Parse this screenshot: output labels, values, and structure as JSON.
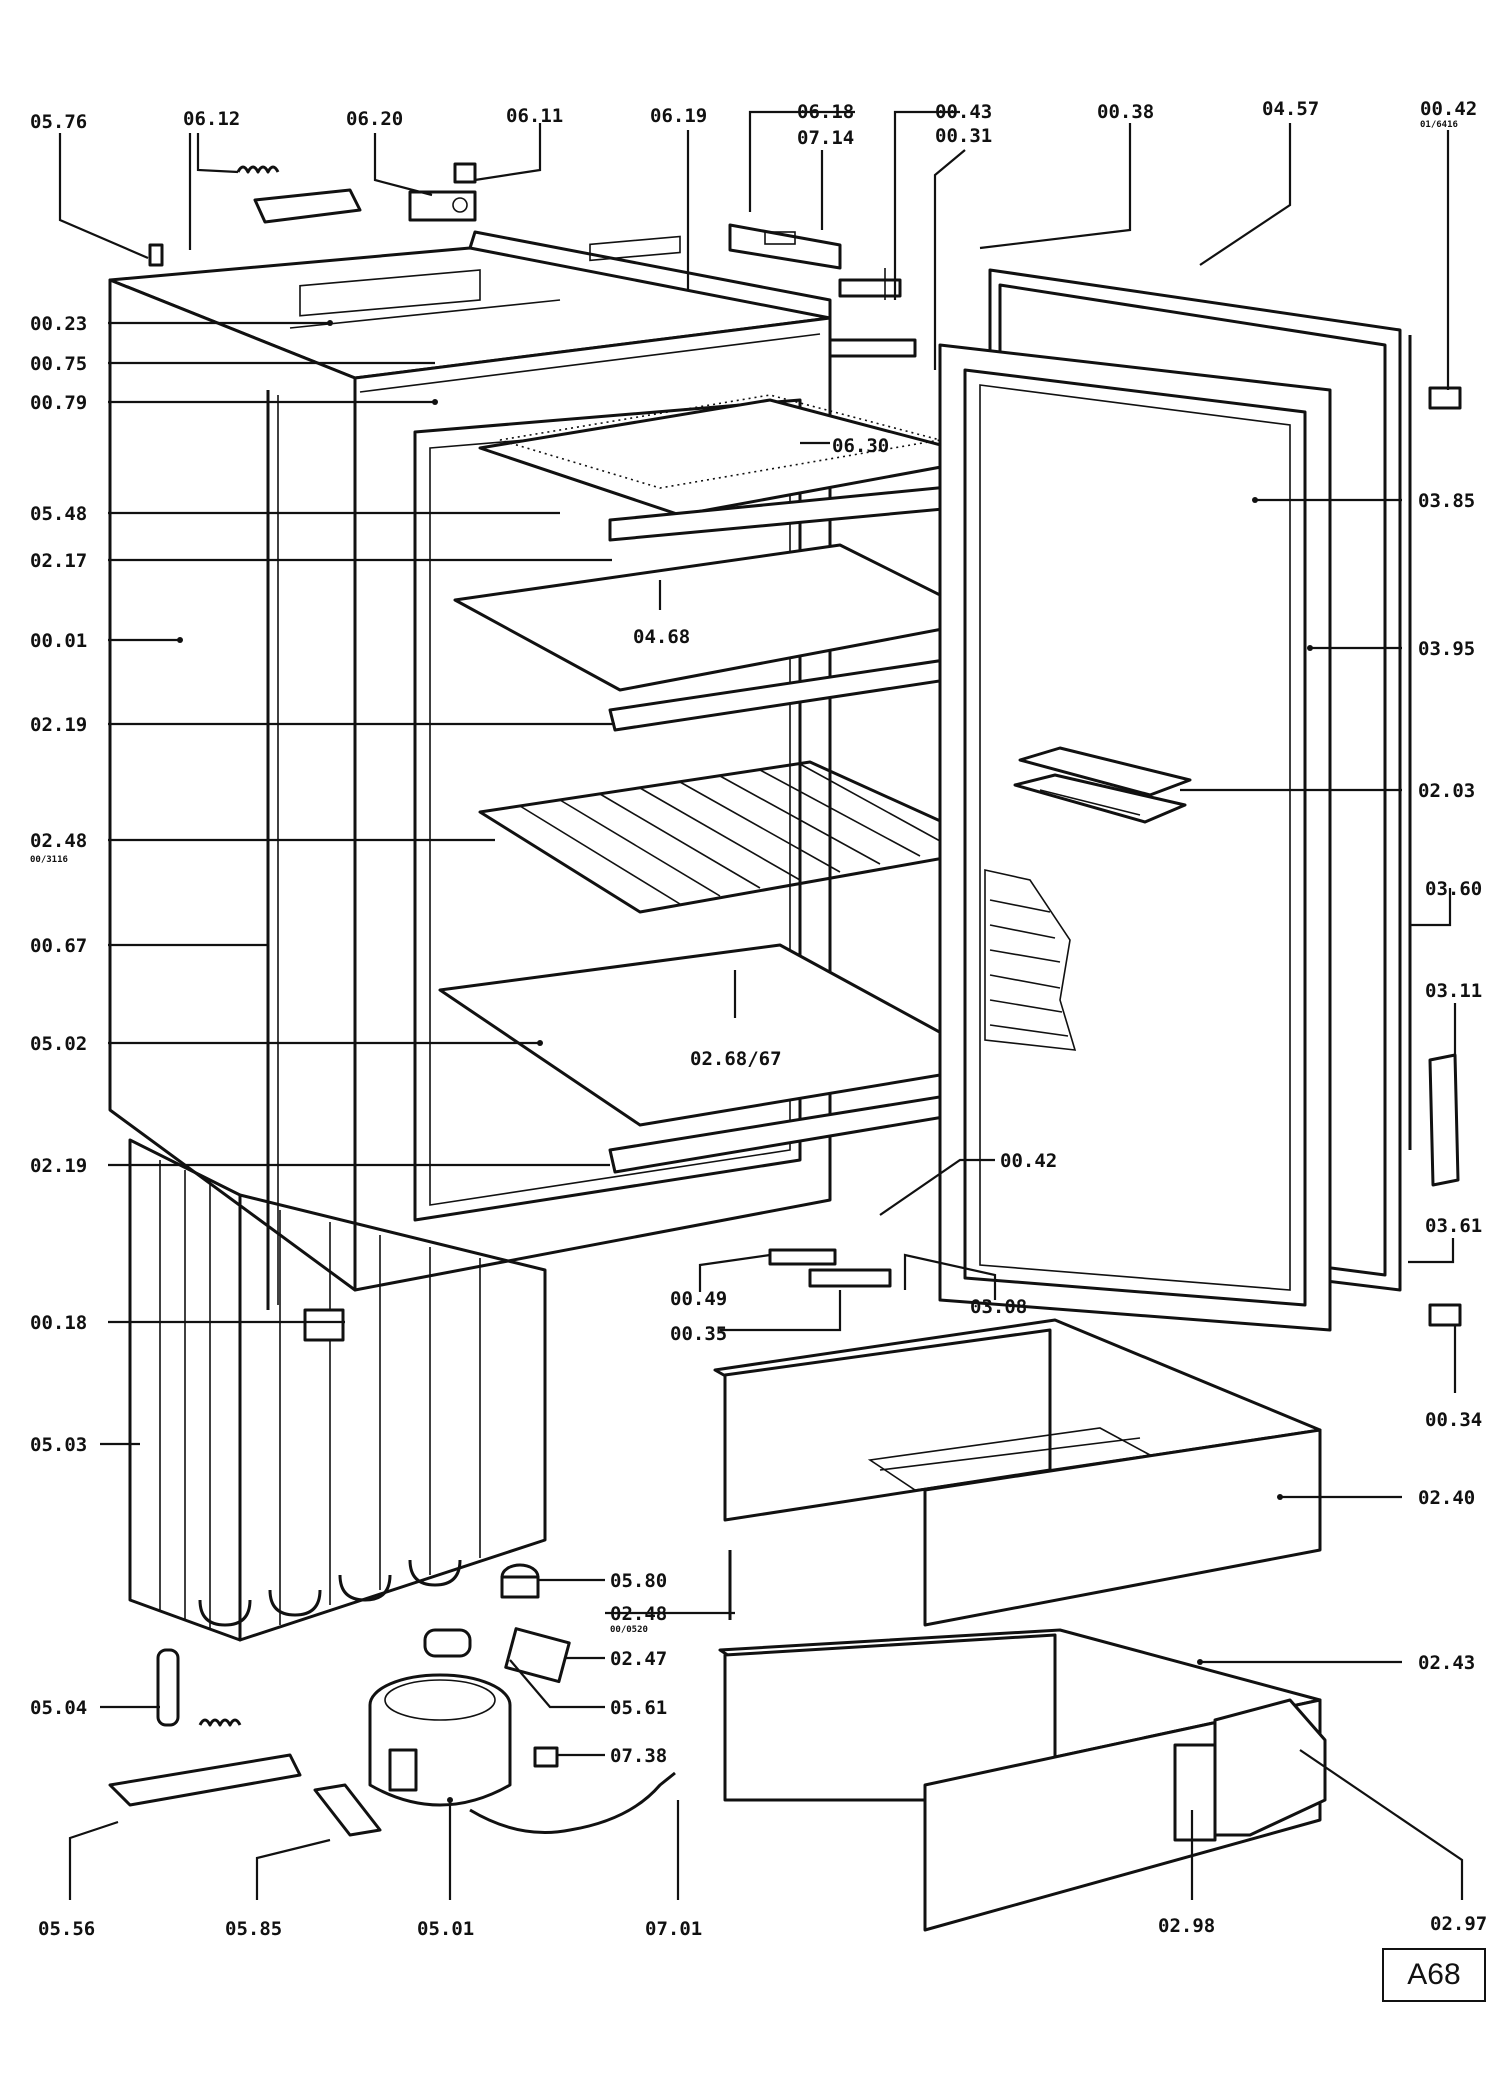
{
  "labels": [
    {
      "id": "l0576",
      "text": "05.76"
    },
    {
      "id": "l0612",
      "text": "06.12"
    },
    {
      "id": "l0620",
      "text": "06.20"
    },
    {
      "id": "l0611",
      "text": "06.11"
    },
    {
      "id": "l0619",
      "text": "06.19"
    },
    {
      "id": "l0618",
      "text": "06.18"
    },
    {
      "id": "l0714",
      "text": "07.14"
    },
    {
      "id": "l0043",
      "text": "00.43"
    },
    {
      "id": "l0031",
      "text": "00.31"
    },
    {
      "id": "l0038",
      "text": "00.38"
    },
    {
      "id": "l0457",
      "text": "04.57"
    },
    {
      "id": "l0042t",
      "text": "00.42"
    },
    {
      "id": "l0023",
      "text": "00.23"
    },
    {
      "id": "l0075",
      "text": "00.75"
    },
    {
      "id": "l0079",
      "text": "00.79"
    },
    {
      "id": "l0630",
      "text": "06.30"
    },
    {
      "id": "l0548",
      "text": "05.48"
    },
    {
      "id": "l0217",
      "text": "02.17"
    },
    {
      "id": "l0385",
      "text": "03.85"
    },
    {
      "id": "l0001",
      "text": "00.01"
    },
    {
      "id": "l0468",
      "text": "04.68"
    },
    {
      "id": "l0395",
      "text": "03.95"
    },
    {
      "id": "l0219a",
      "text": "02.19"
    },
    {
      "id": "l0203",
      "text": "02.03"
    },
    {
      "id": "l0248a",
      "text": "02.48"
    },
    {
      "id": "l0360",
      "text": "03.60"
    },
    {
      "id": "l0067",
      "text": "00.67"
    },
    {
      "id": "l0311",
      "text": "03.11"
    },
    {
      "id": "l0502",
      "text": "05.02"
    },
    {
      "id": "l0268",
      "text": "02.68/67"
    },
    {
      "id": "l0042m",
      "text": "00.42"
    },
    {
      "id": "l0219b",
      "text": "02.19"
    },
    {
      "id": "l0361",
      "text": "03.61"
    },
    {
      "id": "l0049",
      "text": "00.49"
    },
    {
      "id": "l0308",
      "text": "03.08"
    },
    {
      "id": "l0018",
      "text": "00.18"
    },
    {
      "id": "l0035",
      "text": "00.35"
    },
    {
      "id": "l0034",
      "text": "00.34"
    },
    {
      "id": "l0503",
      "text": "05.03"
    },
    {
      "id": "l0240",
      "text": "02.40"
    },
    {
      "id": "l0580",
      "text": "05.80"
    },
    {
      "id": "l0248b",
      "text": "02.48"
    },
    {
      "id": "l0247",
      "text": "02.47"
    },
    {
      "id": "l0243",
      "text": "02.43"
    },
    {
      "id": "l0504",
      "text": "05.04"
    },
    {
      "id": "l0561",
      "text": "05.61"
    },
    {
      "id": "l0738",
      "text": "07.38"
    },
    {
      "id": "l0556",
      "text": "05.56"
    },
    {
      "id": "l0585",
      "text": "05.85"
    },
    {
      "id": "l0501",
      "text": "05.01"
    },
    {
      "id": "l0701",
      "text": "07.01"
    },
    {
      "id": "l0298",
      "text": "02.98"
    },
    {
      "id": "l0297",
      "text": "02.97"
    }
  ],
  "sublabels": [
    {
      "id": "s0042",
      "text": "01/6416"
    },
    {
      "id": "s0248a",
      "text": "00/3116"
    },
    {
      "id": "s0248b",
      "text": "00/0520"
    }
  ],
  "corner_tag": "A68"
}
